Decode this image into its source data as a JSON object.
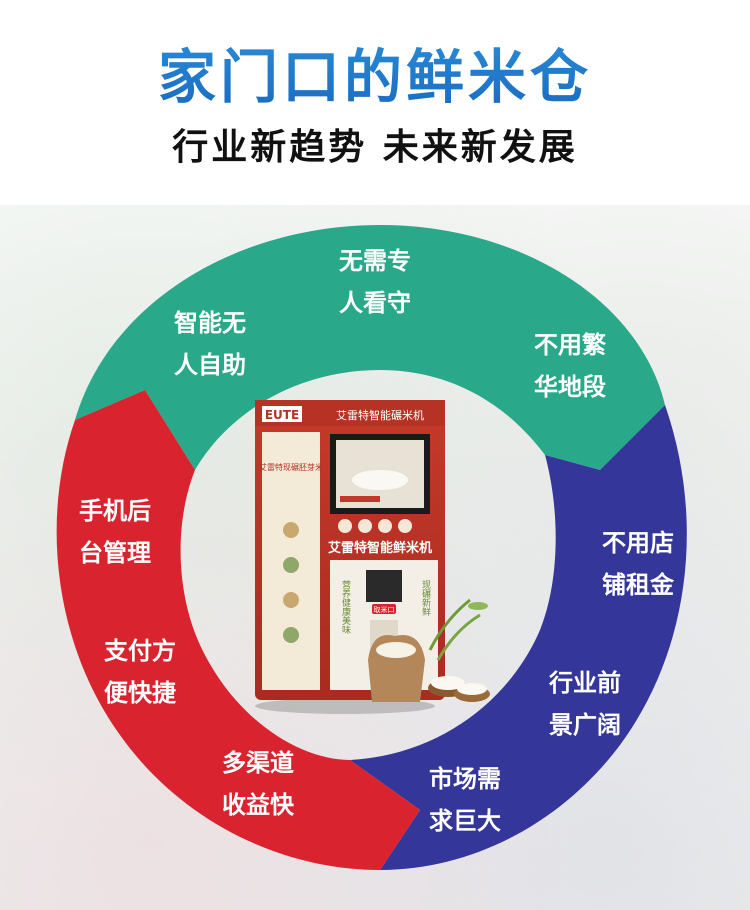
{
  "header": {
    "title": "家门口的鲜米仓",
    "subtitle": "行业新趋势 未来新发展"
  },
  "colors": {
    "green": "#2aa98a",
    "blue": "#34369a",
    "red": "#d9242f",
    "title_blue": "#1f7ed0"
  },
  "segments": [
    {
      "lines": [
        "无需专",
        "人看守"
      ],
      "color": "green"
    },
    {
      "lines": [
        "不用繁",
        "华地段"
      ],
      "color": "green"
    },
    {
      "lines": [
        "智能无",
        "人自助"
      ],
      "color": "green"
    },
    {
      "lines": [
        "不用店",
        "铺租金"
      ],
      "color": "blue"
    },
    {
      "lines": [
        "行业前",
        "景广阔"
      ],
      "color": "blue"
    },
    {
      "lines": [
        "市场需",
        "求巨大"
      ],
      "color": "blue"
    },
    {
      "lines": [
        "手机后",
        "台管理"
      ],
      "color": "red"
    },
    {
      "lines": [
        "支付方",
        "便快捷"
      ],
      "color": "red"
    },
    {
      "lines": [
        "多渠道",
        "收益快"
      ],
      "color": "red"
    }
  ],
  "machine": {
    "brand": "EUTE",
    "top_sign": "艾雷特智能碾米机",
    "side_sign": "艾雷特现碾胚芽米",
    "panel_title": "艾雷特智能鲜米机",
    "slogan_left": "营养健康美味",
    "slogan_right": "现碾新鲜",
    "button": "取米口"
  }
}
